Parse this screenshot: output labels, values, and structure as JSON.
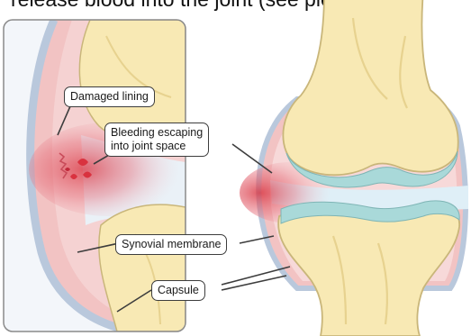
{
  "heading": "release blood into the joint (see picture",
  "labels": {
    "damaged_lining": "Damaged lining",
    "bleeding_line1": "Bleeding escaping",
    "bleeding_line2": "into joint space",
    "synovial_membrane": "Synovial membrane",
    "capsule": "Capsule"
  },
  "colors": {
    "bone": "#f8e9b4",
    "bone_outline": "#c9b67a",
    "cartilage": "#a9d9d9",
    "capsule_pink": "#f2c3c3",
    "synovium": "#e89a9a",
    "blood": "#d9323f",
    "joint_space": "#dfeff7"
  }
}
